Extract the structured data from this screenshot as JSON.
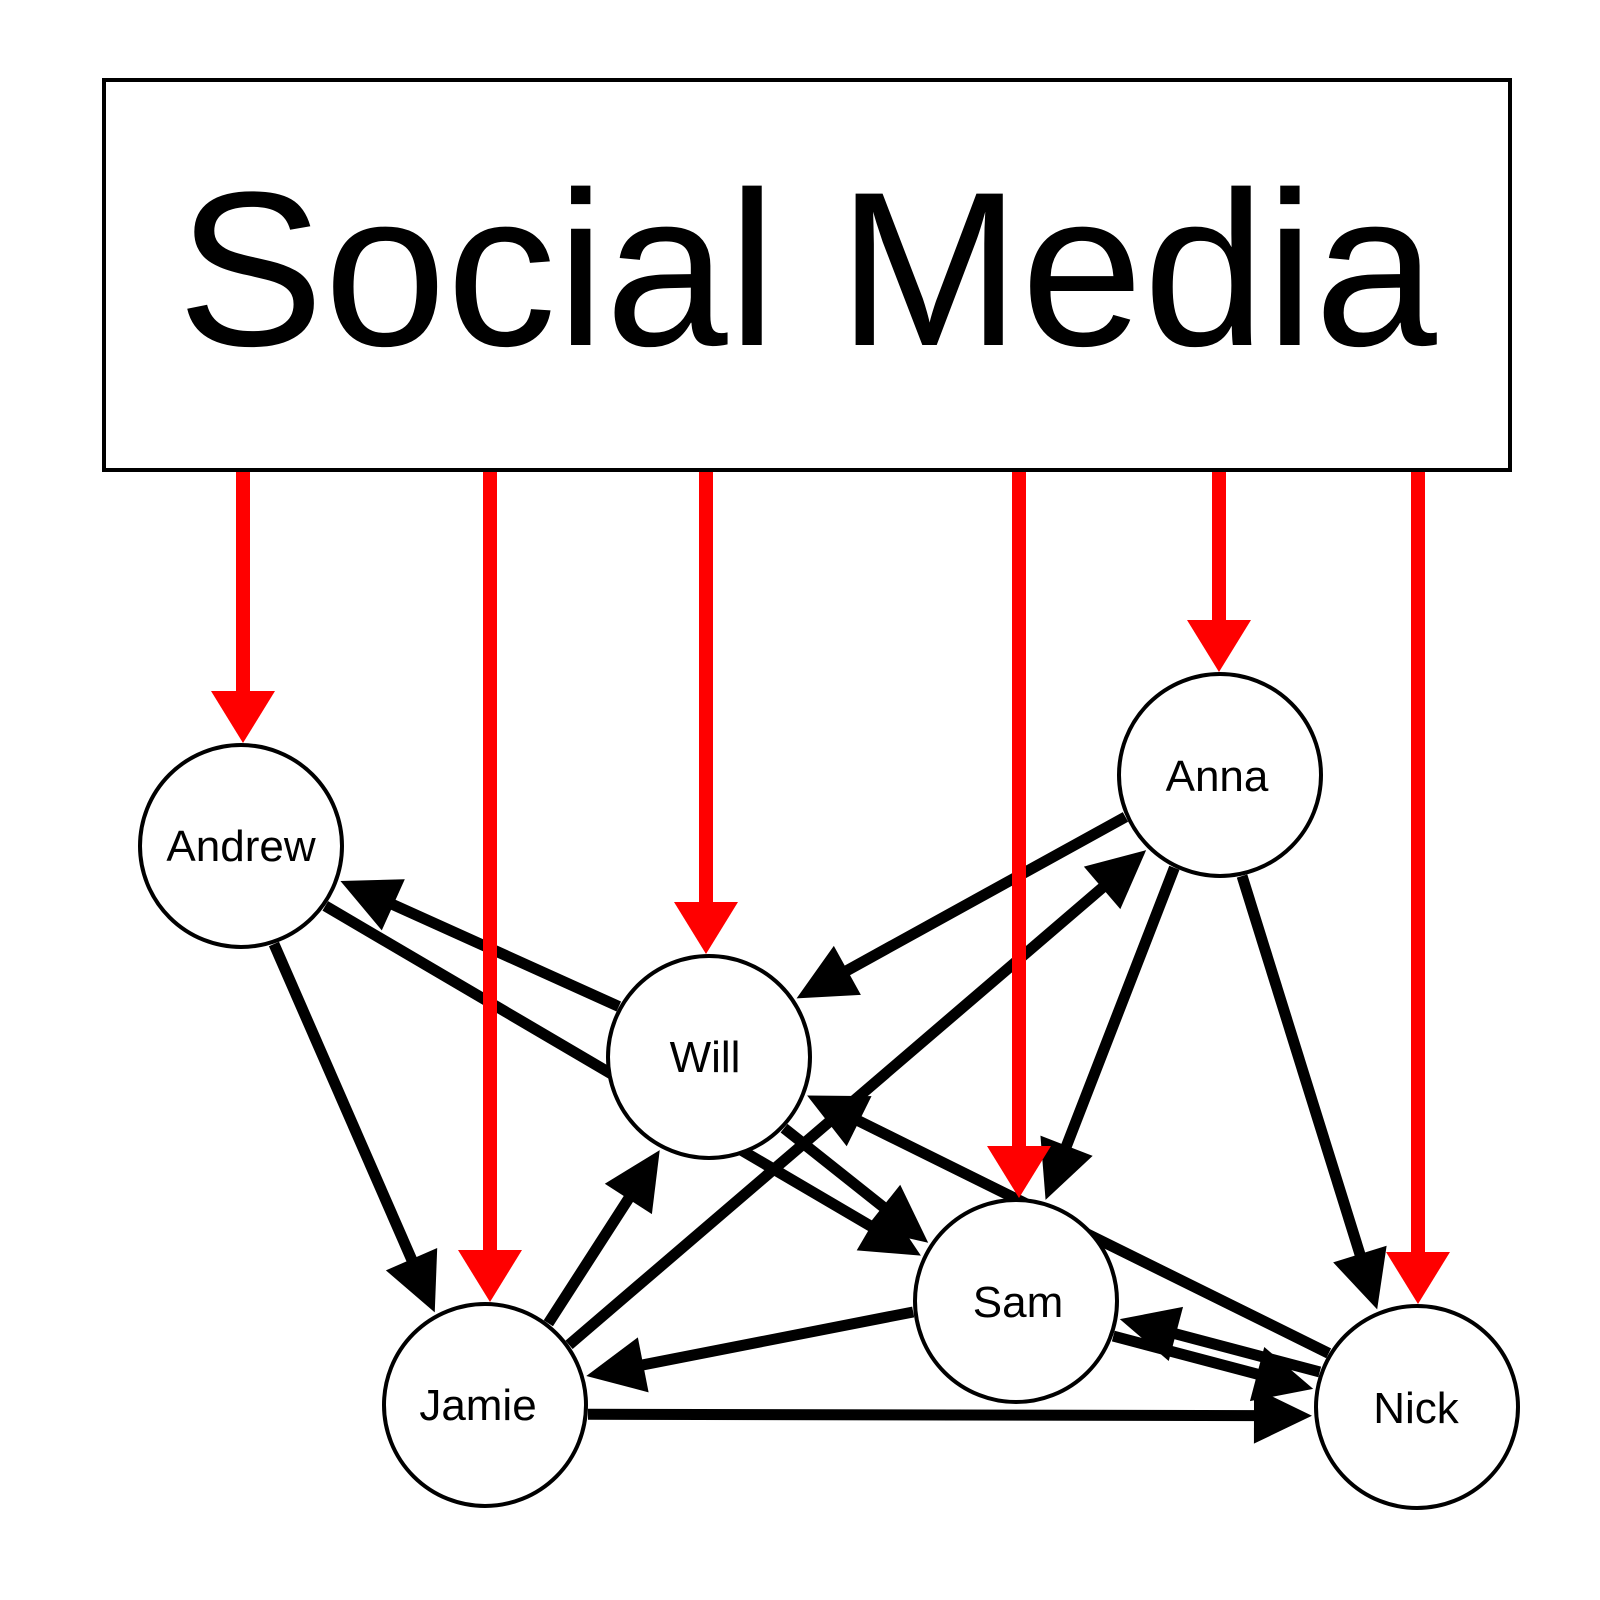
{
  "title": "Social Media",
  "colors": {
    "influence": "#ff0000",
    "edge": "#000000",
    "node_fill": "#ffffff",
    "node_stroke": "#000000"
  },
  "nodes": [
    {
      "id": "andrew",
      "label": "Andrew"
    },
    {
      "id": "will",
      "label": "Will"
    },
    {
      "id": "anna",
      "label": "Anna"
    },
    {
      "id": "sam",
      "label": "Sam"
    },
    {
      "id": "jamie",
      "label": "Jamie"
    },
    {
      "id": "nick",
      "label": "Nick"
    }
  ],
  "influence_edges": [
    {
      "from": "Social Media",
      "to": "andrew"
    },
    {
      "from": "Social Media",
      "to": "jamie"
    },
    {
      "from": "Social Media",
      "to": "will"
    },
    {
      "from": "Social Media",
      "to": "sam"
    },
    {
      "from": "Social Media",
      "to": "anna"
    },
    {
      "from": "Social Media",
      "to": "nick"
    }
  ],
  "edges": [
    {
      "from": "andrew",
      "to": "jamie"
    },
    {
      "from": "andrew",
      "to": "sam"
    },
    {
      "from": "will",
      "to": "andrew"
    },
    {
      "from": "will",
      "to": "sam"
    },
    {
      "from": "anna",
      "to": "will"
    },
    {
      "from": "anna",
      "to": "sam"
    },
    {
      "from": "anna",
      "to": "nick"
    },
    {
      "from": "jamie",
      "to": "will"
    },
    {
      "from": "jamie",
      "to": "anna"
    },
    {
      "from": "jamie",
      "to": "nick"
    },
    {
      "from": "sam",
      "to": "jamie"
    },
    {
      "from": "sam",
      "to": "nick"
    },
    {
      "from": "nick",
      "to": "sam"
    },
    {
      "from": "nick",
      "to": "will"
    }
  ]
}
